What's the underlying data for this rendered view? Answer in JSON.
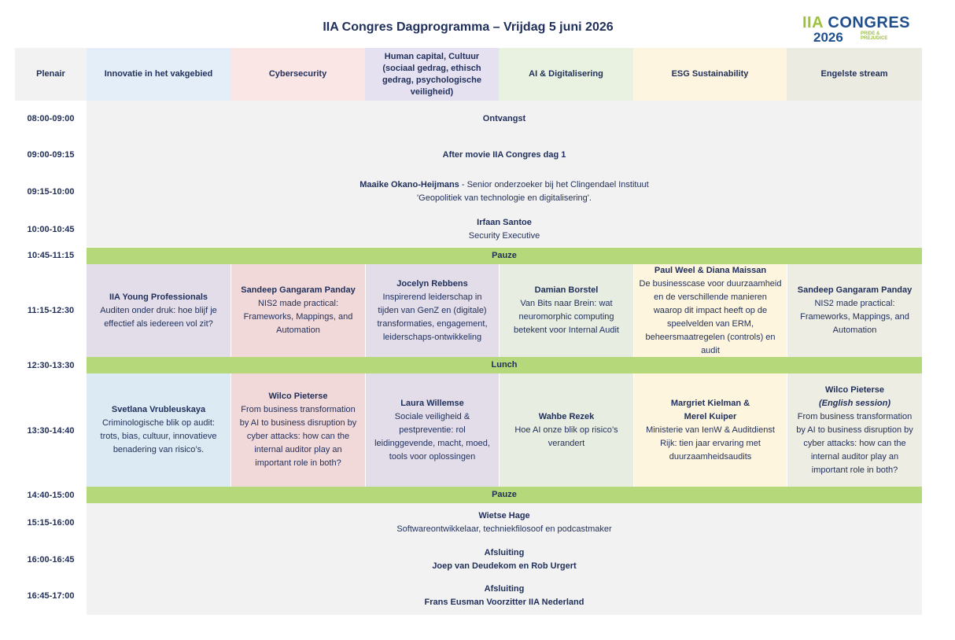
{
  "page": {
    "title": "IIA Congres Dagprogramma – Vrijdag 5 juni 2026",
    "logo": {
      "iia": "IIA",
      "congres": "CONGRES",
      "year": "2026",
      "tagline": "PRIDE & PREJUDICE"
    }
  },
  "colors": {
    "header_text": "#1f2e5a",
    "pauze_green": "#b5d97a",
    "plenary_gray": "#f2f2f2",
    "innovatie": "#e3eef8",
    "cyber": "#fbe6e6",
    "human": "#e6e1f0",
    "ai": "#e9f2e0",
    "esg": "#fdf5df",
    "engels": "#ecebe2",
    "sess_innovatie": "#dceaf3",
    "sess_cyber": "#f1d9d9",
    "sess_human": "#e2dde9",
    "sess_ai": "#e7ede1",
    "sess_esg": "#fdf5de",
    "sess_engels": "#eeede3"
  },
  "headers": {
    "plenair": "Plenair",
    "innovatie": "Innovatie in het vakgebied",
    "cyber": "Cybersecurity",
    "human": "Human capital, Cultuur (sociaal gedrag, ethisch gedrag, psychologische veiligheid)",
    "ai": "AI & Digitalisering",
    "esg": "ESG Sustainability",
    "engels": "Engelste stream"
  },
  "times": {
    "t1": "08:00-09:00",
    "t2": "09:00-09:15",
    "t3": "09:15-10:00",
    "t4": "10:00-10:45",
    "t5": "10:45-11:15",
    "t6": "11:15-12:30",
    "t7": "12:30-13:30",
    "t8": "13:30-14:40",
    "t9": "14:40-15:00",
    "t10": "15:15-16:00",
    "t11": "16:00-16:45",
    "t12": "16:45-17:00"
  },
  "plenary": {
    "ontvangst": "Ontvangst",
    "aftermovie": "After movie IIA Congres dag 1",
    "maaike_name": "Maaike Okano-Heijmans",
    "maaike_role": " - Senior onderzoeker bij het Clingendael Instituut",
    "maaike_talk": "'Geopolitiek van technologie en digitalisering'.",
    "irfaan_name": "Irfaan Santoe",
    "irfaan_role": "Security Executive",
    "pauze1": "Pauze",
    "lunch": "Lunch",
    "pauze2": "Pauze",
    "wietse_name": "Wietse Hage",
    "wietse_role": "Softwareontwikkelaar, techniekfilosoof en podcastmaker",
    "afsluiting1_title": "Afsluiting",
    "afsluiting1_names": "Joep van Deudekom en Rob Urgert",
    "afsluiting2_title": "Afsluiting",
    "afsluiting2_names": "Frans Eusman Voorzitter IIA Nederland"
  },
  "session1": {
    "innovatie": {
      "speaker": "IIA Young Professionals",
      "l1": "Auditen onder druk: hoe blijf je",
      "l2": "effectief als iedereen vol zit?"
    },
    "cyber": {
      "speaker": "Sandeep Gangaram Panday",
      "l1": "NIS2 made practical:",
      "l2": "Frameworks, Mappings, and",
      "l3": "Automation"
    },
    "human": {
      "speaker": "Jocelyn Rebbens",
      "l1": "Inspirerend leiderschap in",
      "l2": "tijden van GenZ en (digitale)",
      "l3": "transformaties, engagement,",
      "l4": "leiderschaps-ontwikkeling"
    },
    "ai": {
      "speaker": "Damian Borstel",
      "l1": "Van Bits naar Brein: wat",
      "l2": "neuromorphic computing",
      "l3": "betekent voor Internal Audit"
    },
    "esg": {
      "speaker": "Paul Weel & Diana Maissan",
      "l1": "De businesscase voor duurzaamheid",
      "l2": "en de verschillende manieren",
      "l3": "waarop dit impact heeft op de",
      "l4": "speelvelden van ERM,",
      "l5": "beheersmaatregelen (controls) en",
      "l6": "audit"
    },
    "engels": {
      "speaker": "Sandeep Gangaram Panday",
      "l1": "NIS2 made practical:",
      "l2": "Frameworks, Mappings, and",
      "l3": "Automation"
    }
  },
  "session2": {
    "innovatie": {
      "speaker": "Svetlana Vrubleuskaya",
      "l1": "Criminologische blik op audit:",
      "l2": "trots, bias, cultuur, innovatieve",
      "l3": "benadering van risico’s."
    },
    "cyber": {
      "speaker": "Wilco Pieterse",
      "l1": "From business transformation",
      "l2": "by AI to business disruption by",
      "l3": "cyber attacks: how can the",
      "l4": "internal auditor play an",
      "l5": "important role in both?"
    },
    "human": {
      "speaker": "Laura Willemse",
      "l1": "Sociale veiligheid &",
      "l2": "pestpreventie: rol",
      "l3": "leidinggevende, macht, moed,",
      "l4": "tools voor oplossingen"
    },
    "ai": {
      "speaker": "Wahbe Rezek",
      "l1": "Hoe AI onze blik op risico’s",
      "l2": "verandert"
    },
    "esg": {
      "speaker1": "Margriet Kielman &",
      "speaker2": "Merel Kuiper",
      "l1": "Ministerie van IenW & Auditdienst",
      "l2": "Rijk: tien jaar ervaring met",
      "l3": "duurzaamheidsaudits"
    },
    "engels": {
      "speaker": "Wilco Pieterse",
      "note": "(English session)",
      "l1": "From business transformation",
      "l2": "by AI to business disruption by",
      "l3": "cyber attacks: how can the",
      "l4": "internal auditor play an",
      "l5": "important role in both?"
    }
  }
}
